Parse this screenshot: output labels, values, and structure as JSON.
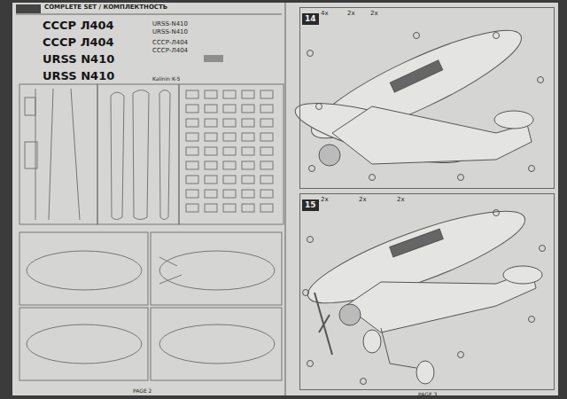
{
  "diagram": {
    "nodes": [
      {
        "text": [
          "COMPLETE SET / КОМПЛЕКТНОСТЬ"
        ]
      },
      {
        "text": [
          "14"
        ]
      },
      {
        "text": [
          "15"
        ]
      }
    ],
    "labels": [
      "СССР Л404",
      "СССР Л404",
      "URSS N410",
      "URSS N410",
      "URSS-N410",
      "URSS-N410",
      "СССР-Л404",
      "СССР-Л404",
      "Kalinin K-5",
      "PAGE 2",
      "PAGE 3",
      "4x",
      "2x",
      "2x",
      "2x",
      "2x",
      "2x"
    ]
  }
}
